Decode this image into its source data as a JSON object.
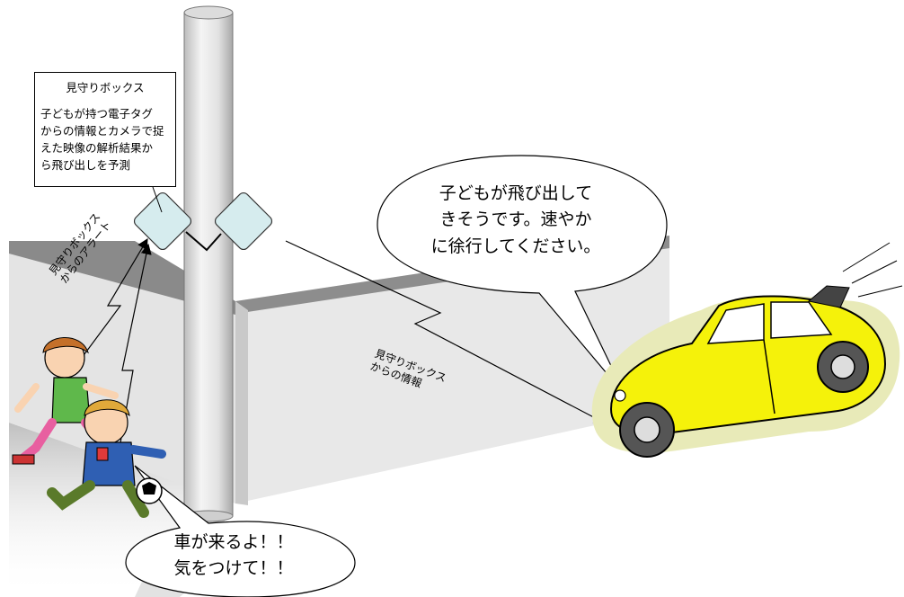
{
  "monitor_box": {
    "title": "見守りボックス",
    "description_lines": [
      "子どもが持つ電子タグ",
      "からの情報とカメラで捉",
      "えた映像の解析結果か",
      "ら飛び出しを予測"
    ]
  },
  "alert_label": [
    "見守りボックス",
    "からのアラート"
  ],
  "info_label": [
    "見守りボックス",
    "からの情報"
  ],
  "car_bubble": [
    "子どもが飛び出して",
    "きそうです。速やか",
    "に徐行してください。"
  ],
  "kid_bubble": [
    "車が来るよ！！",
    "気をつけて！！"
  ],
  "colors": {
    "wall_light": "#e6e6e6",
    "wall_dark": "#8c8c8c",
    "pole": "#e9e9e9",
    "box": "#d6ecee",
    "car": "#f5f20a",
    "car_glow": "#e8eab8"
  }
}
